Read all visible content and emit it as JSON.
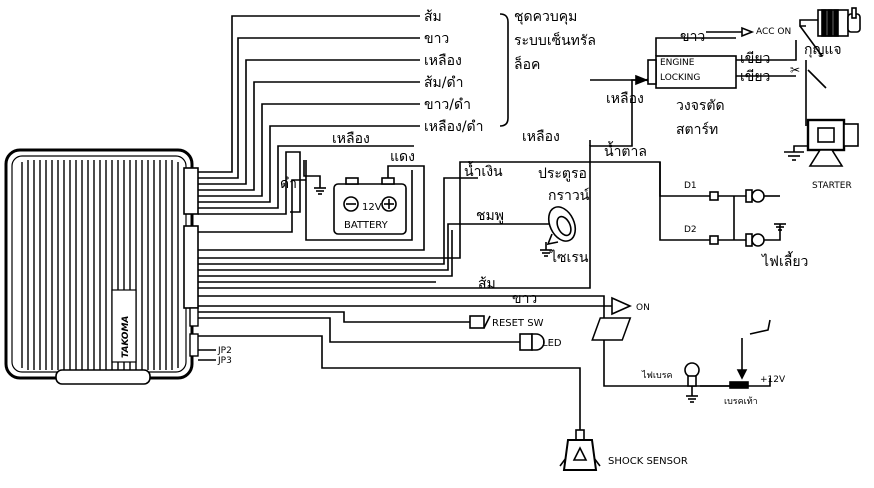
{
  "wire_labels": {
    "orange": "ส้ม",
    "white": "ขาว",
    "yellow": "เหลือง",
    "orange_black": "ส้ม/ดำ",
    "white_black": "ขาว/ดำ",
    "yellow_black": "เหลือง/ดำ",
    "yellow_battery": "เหลือง",
    "red": "แดง",
    "black": "ดำ",
    "yellow_engine": "เหลือง",
    "yellow_arrow": "เหลือง",
    "brown": "น้ำตาล",
    "blue": "น้ำเงิน",
    "pink": "ชมพู",
    "orange_bottom": "ส้ม",
    "white_on": "ขาว",
    "white_acc": "ขาว",
    "green1": "เขียว",
    "green2": "เขียว"
  },
  "central_lock_label": [
    "ชุดควบคุม",
    "ระบบเซ็นทรัล",
    "ล็อค"
  ],
  "battery": {
    "voltage": "12V",
    "label": "BATTERY",
    "minus": "−",
    "plus": "+"
  },
  "door": [
    "ประตูรอ",
    "กราวน์"
  ],
  "siren": "ไซเรน",
  "engine_locking": [
    "ENGINE",
    "LOCKING"
  ],
  "cut_start": [
    "วงจรตัด",
    "สตาร์ท"
  ],
  "acc_on": "ACC ON",
  "key": "กุญแจ",
  "starter": "STARTER",
  "diodes": [
    "D1",
    "D2"
  ],
  "signal_light": "ไฟเลี้ยว",
  "on": "ON",
  "reset": "RESET SW",
  "led": "LED",
  "jp": [
    "JP2",
    "JP3"
  ],
  "brand": "TAKOMA",
  "brake_light": "ไฟเบรค",
  "brake_pedal": "เบรคเท้า",
  "plus12": "+12V",
  "shock": "SHOCK SENSOR"
}
